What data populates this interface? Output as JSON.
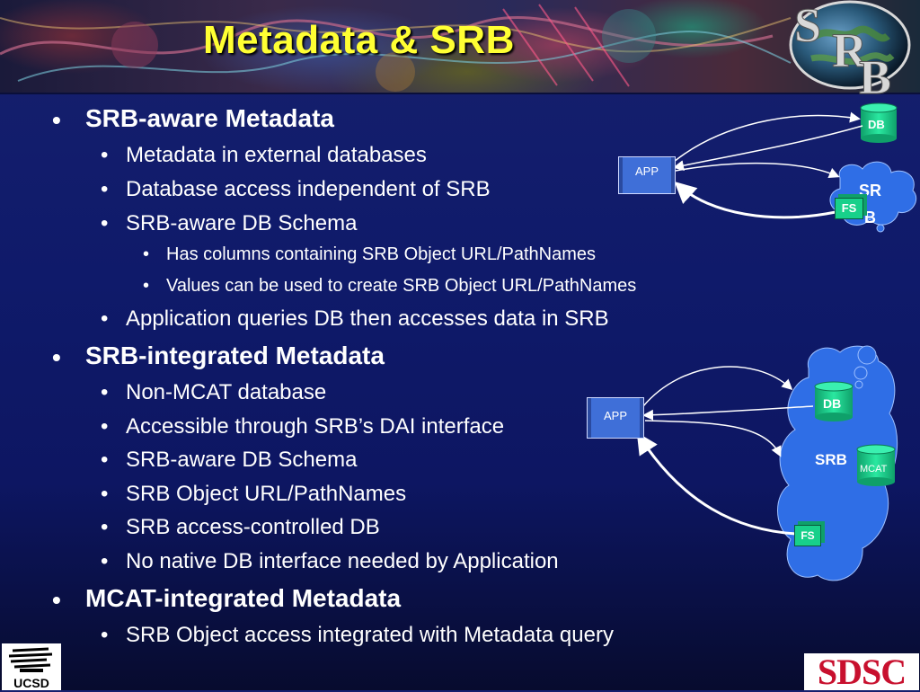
{
  "slide": {
    "title": "Metadata & SRB"
  },
  "bullets": {
    "s1": {
      "heading": "SRB-aware Metadata",
      "items": [
        "Metadata in external databases",
        "Database access independent of SRB",
        "SRB-aware DB Schema"
      ],
      "sub": [
        "Has columns containing SRB Object URL/PathNames",
        "Values can be used to create SRB Object URL/PathNames"
      ],
      "last": "Application queries DB then accesses data in SRB"
    },
    "s2": {
      "heading": "SRB-integrated Metadata",
      "items": [
        "Non-MCAT database",
        "Accessible through SRB’s DAI interface",
        "SRB-aware DB Schema",
        "SRB Object URL/PathNames",
        "SRB access-controlled DB",
        "No native DB interface needed by Application"
      ]
    },
    "s3": {
      "heading": "MCAT-integrated Metadata",
      "items": [
        "SRB Object access integrated with Metadata query"
      ]
    }
  },
  "diagram1": {
    "app": "APP",
    "db": "DB",
    "srb_line1": "SR",
    "srb_line2": "B",
    "fs": "FS"
  },
  "diagram2": {
    "app": "APP",
    "db": "DB",
    "srb": "SRB",
    "mcat": "MCAT",
    "fs": "FS"
  },
  "logos": {
    "srb_logo_text": "SRB",
    "ucsd": "UCSD",
    "sdsc": "SDSC"
  },
  "colors": {
    "title": "#ffff33",
    "background": "#16206e",
    "cylinder": "#18d08a",
    "app": "#3f6fd8",
    "sdsc_red": "#c8102e"
  }
}
